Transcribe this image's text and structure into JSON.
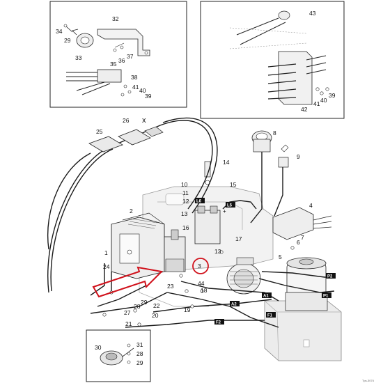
{
  "callouts": {
    "c2": "2",
    "c3": "3",
    "c4": "4",
    "c5": "5",
    "c6": "6",
    "c7": "7",
    "c8": "8",
    "c9": "9",
    "c10": "10",
    "c11": "11",
    "c12": "12",
    "c13": "13",
    "c14": "14",
    "c15": "15",
    "c16": "16",
    "c17": "17",
    "c18": "18",
    "c19": "19",
    "c20": "20",
    "c21": "21",
    "c22": "22",
    "c23": "23",
    "c24": "24",
    "c25": "25",
    "c26": "26",
    "c27": "27",
    "c28": "28",
    "c29": "29",
    "c30": "30",
    "c31": "31",
    "c32": "32",
    "c33": "33",
    "c34": "34",
    "c35": "35",
    "c36": "36",
    "c37": "37",
    "c38": "38",
    "c39": "39",
    "c40": "40",
    "c41": "41",
    "c42": "42",
    "c43": "43",
    "c44": "44",
    "c1": "1"
  },
  "tags": {
    "l6": "L6",
    "l5": "L5",
    "a1": "A1",
    "a2": "A2",
    "f1": "F1",
    "f2": "F2",
    "p1": "P1",
    "p2": "P2"
  },
  "marks": {
    "cross": "x",
    "plus": "+"
  },
  "stamp": "Tps-3074",
  "colors": {
    "highlight": "#d0101a",
    "line": "#1a1a1a",
    "panel": "#f2f2f2"
  }
}
